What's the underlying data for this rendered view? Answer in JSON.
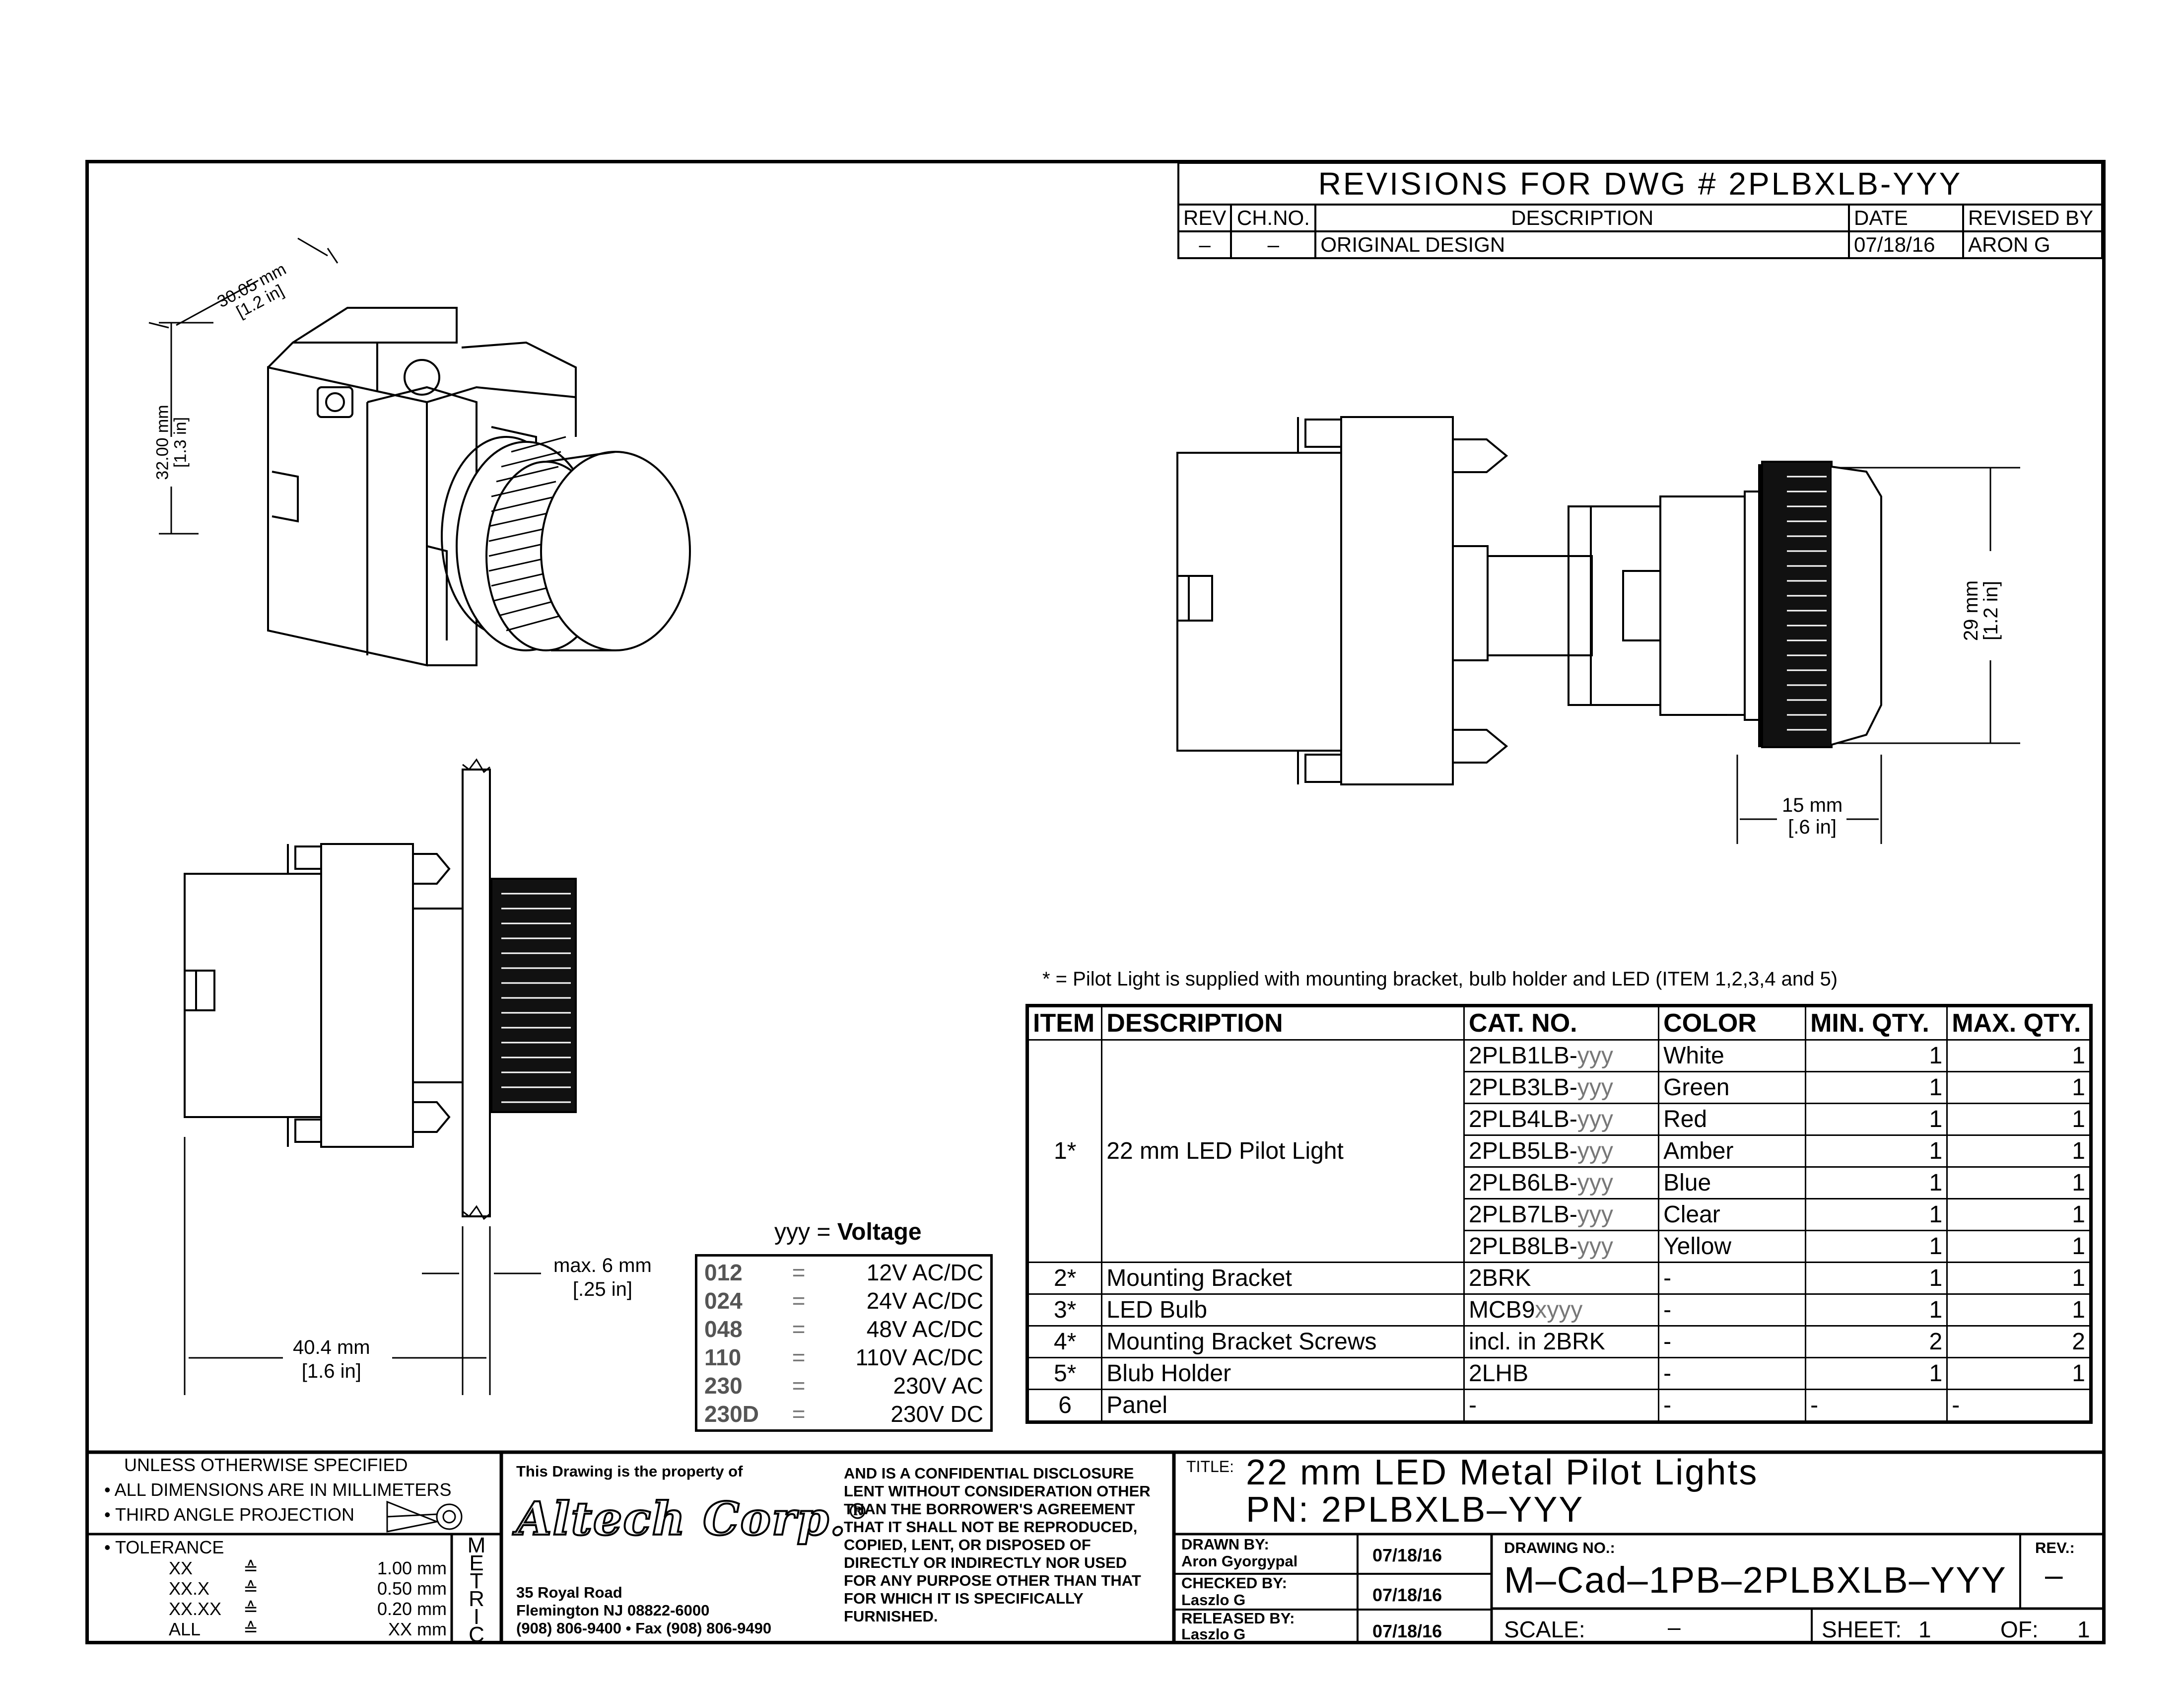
{
  "revisions": {
    "title": "REVISIONS  FOR  DWG  #  2PLBXLB-YYY",
    "headers": [
      "REV",
      "CH.NO.",
      "DESCRIPTION",
      "DATE",
      "REVISED BY"
    ],
    "rows": [
      [
        "–",
        "–",
        "ORIGINAL  DESIGN",
        "07/18/16",
        "ARON  G"
      ]
    ]
  },
  "dimensions": {
    "iso_width": "30.05 mm",
    "iso_width_in": "[1.2 in]",
    "iso_height": "32.00 mm",
    "iso_height_in": "[1.3 in]",
    "height_29": "29 mm",
    "height_29_in": "[1.2 in]",
    "depth_15": "15 mm",
    "depth_15_in": "[.6 in]",
    "max_panel": "max. 6 mm",
    "max_panel_in": "[.25 in]",
    "length": "40.4 mm",
    "length_in": "[1.6 in]"
  },
  "note": "*   =   Pilot Light is supplied with mounting bracket, bulb holder and LED (ITEM 1,2,3,4 and 5)",
  "bom": {
    "headers": [
      "ITEM",
      "DESCRIPTION",
      "CAT. NO.",
      "COLOR",
      "MIN. QTY.",
      "MAX. QTY."
    ],
    "group1": {
      "item": "1*",
      "description": "22 mm LED Pilot Light",
      "rows": [
        {
          "cat": "2PLB1LB-",
          "suffix": "yyy",
          "color": "White",
          "min": "1",
          "max": "1"
        },
        {
          "cat": "2PLB3LB-",
          "suffix": "yyy",
          "color": "Green",
          "min": "1",
          "max": "1"
        },
        {
          "cat": "2PLB4LB-",
          "suffix": "yyy",
          "color": "Red",
          "min": "1",
          "max": "1"
        },
        {
          "cat": "2PLB5LB-",
          "suffix": "yyy",
          "color": "Amber",
          "min": "1",
          "max": "1"
        },
        {
          "cat": "2PLB6LB-",
          "suffix": "yyy",
          "color": "Blue",
          "min": "1",
          "max": "1"
        },
        {
          "cat": "2PLB7LB-",
          "suffix": "yyy",
          "color": "Clear",
          "min": "1",
          "max": "1"
        },
        {
          "cat": "2PLB8LB-",
          "suffix": "yyy",
          "color": "Yellow",
          "min": "1",
          "max": "1"
        }
      ]
    },
    "rows": [
      {
        "item": "2*",
        "description": "Mounting Bracket",
        "cat": "2BRK",
        "suffix": "",
        "color": "-",
        "min": "1",
        "max": "1"
      },
      {
        "item": "3*",
        "description": "LED Bulb",
        "cat": "MCB9",
        "suffix": "xyyy",
        "color": "-",
        "min": "1",
        "max": "1"
      },
      {
        "item": "4*",
        "description": "Mounting Bracket Screws",
        "cat": "incl. in 2BRK",
        "suffix": "",
        "color": "-",
        "min": "2",
        "max": "2"
      },
      {
        "item": "5*",
        "description": "Blub Holder",
        "cat": "2LHB",
        "suffix": "",
        "color": "-",
        "min": "1",
        "max": "1"
      },
      {
        "item": "6",
        "description": "Panel",
        "cat": "-",
        "suffix": "",
        "color": "-",
        "min": "-",
        "max": "-"
      }
    ]
  },
  "voltage": {
    "title_prefix": "yyy = ",
    "title_bold": "Voltage",
    "rows": [
      {
        "code": "012",
        "eq": "=",
        "val": "12V AC/DC"
      },
      {
        "code": "024",
        "eq": "=",
        "val": "24V AC/DC"
      },
      {
        "code": "048",
        "eq": "=",
        "val": "48V AC/DC"
      },
      {
        "code": "110",
        "eq": "=",
        "val": "110V AC/DC"
      },
      {
        "code": "230",
        "eq": "=",
        "val": "230V AC"
      },
      {
        "code": "230D",
        "eq": "=",
        "val": "230V DC"
      }
    ]
  },
  "titleblock": {
    "unless": "UNLESS  OTHERWISE  SPECIFIED",
    "bullet1": "• ALL  DIMENSIONS  ARE  IN  MILLIMETERS",
    "bullet2": "• THIRD  ANGLE  PROJECTION",
    "tolerance": "• TOLERANCE",
    "tol_rows": [
      {
        "k": "XX",
        "eq": "≙",
        "v": "1.00 mm"
      },
      {
        "k": "XX.X",
        "eq": "≙",
        "v": "0.50 mm"
      },
      {
        "k": "XX.XX",
        "eq": "≙",
        "v": "0.20 mm"
      },
      {
        "k": "ALL",
        "eq": "≙",
        "v": "XX mm"
      }
    ],
    "metric": [
      "M",
      "E",
      "T",
      "R",
      "I",
      "C"
    ],
    "property": "This  Drawing  is  the  property  of",
    "logo": "Altech Corp.",
    "logo_reg": "®",
    "addr1": "35 Royal Road",
    "addr2": "Flemington NJ 08822-6000",
    "addr3": "(908) 806-9400 • Fax (908) 806-9490",
    "confidential": [
      "AND  IS  A  CONFIDENTIAL  DISCLOSURE",
      "LENT  WITHOUT  CONSIDERATION  OTHER",
      "THAN  THE  BORROWER'S  AGREEMENT",
      "THAT  IT  SHALL  NOT  BE  REPRODUCED,",
      "COPIED,  LENT,  OR  DISPOSED  OF",
      "DIRECTLY  OR  INDIRECTLY  NOR  USED",
      "FOR  ANY  PURPOSE  OTHER  THAN  THAT",
      "FOR  WHICH  IT  IS  SPECIFICALLY",
      "FURNISHED."
    ],
    "title_label": "TITLE:",
    "title1": "22  mm  LED  Metal  Pilot  Lights",
    "title2": "PN:  2PLBXLB–YYY",
    "drawn_label": "DRAWN  BY:",
    "drawn_name": "Aron  Gyorgypal",
    "drawn_date": "07/18/16",
    "checked_label": "CHECKED  BY:",
    "checked_name": "Laszlo  G",
    "checked_date": "07/18/16",
    "released_label": "RELEASED  BY:",
    "released_name": "Laszlo  G",
    "released_date": "07/18/16",
    "drawing_no_label": "DRAWING  NO.:",
    "drawing_no": "M–Cad–1PB–2PLBXLB–YYY",
    "rev_label": "REV.:",
    "rev_value": "–",
    "scale_label": "SCALE:",
    "scale_value": "–",
    "sheet_label": "SHEET:",
    "sheet_value": "1",
    "of_label": "OF:",
    "of_value": "1"
  }
}
